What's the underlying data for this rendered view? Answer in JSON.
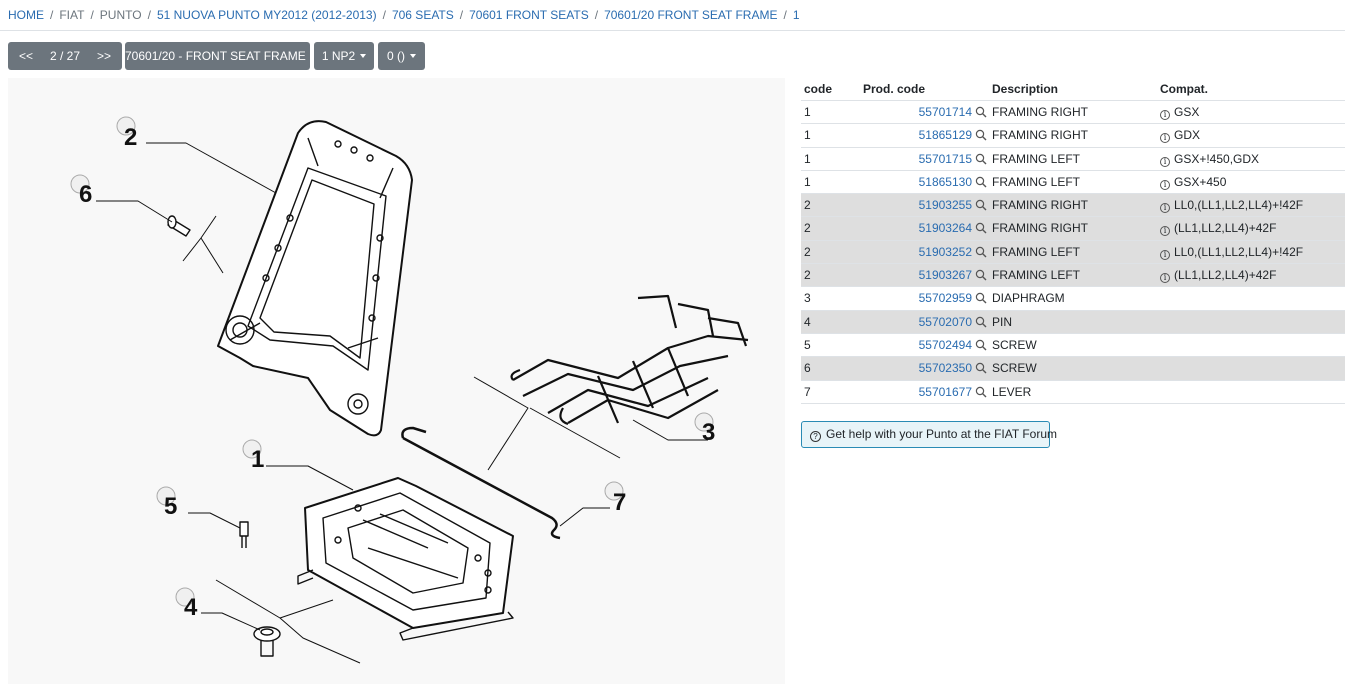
{
  "breadcrumb": {
    "items": [
      "HOME",
      "FIAT",
      "PUNTO",
      "51 NUOVA PUNTO MY2012 (2012-2013)",
      "706 SEATS",
      "70601 FRONT SEATS",
      "70601/20 FRONT SEAT FRAME",
      "1"
    ],
    "separator": "/"
  },
  "toolbar": {
    "prev": "<<",
    "page": "2 / 27",
    "next": ">>",
    "table_select": "70601/20 - FRONT SEAT FRAME",
    "variant_select": "1 NP2",
    "filter_select": "0 ()"
  },
  "diagram": {
    "callouts": [
      "2",
      "6",
      "1",
      "5",
      "4",
      "3",
      "7"
    ]
  },
  "table": {
    "headers": {
      "code": "code",
      "prod": "Prod. code",
      "desc": "Description",
      "compat": "Compat."
    },
    "rows": [
      {
        "code": "1",
        "prod": "55701714",
        "desc": "FRAMING RIGHT",
        "compat": "GSX"
      },
      {
        "code": "1",
        "prod": "51865129",
        "desc": "FRAMING RIGHT",
        "compat": "GDX"
      },
      {
        "code": "1",
        "prod": "55701715",
        "desc": "FRAMING LEFT",
        "compat": "GSX+!450,GDX"
      },
      {
        "code": "1",
        "prod": "51865130",
        "desc": "FRAMING LEFT",
        "compat": "GSX+450"
      },
      {
        "code": "2",
        "prod": "51903255",
        "desc": "FRAMING RIGHT",
        "compat": "LL0,(LL1,LL2,LL4)+!42F"
      },
      {
        "code": "2",
        "prod": "51903264",
        "desc": "FRAMING RIGHT",
        "compat": "(LL1,LL2,LL4)+42F"
      },
      {
        "code": "2",
        "prod": "51903252",
        "desc": "FRAMING LEFT",
        "compat": "LL0,(LL1,LL2,LL4)+!42F"
      },
      {
        "code": "2",
        "prod": "51903267",
        "desc": "FRAMING LEFT",
        "compat": "(LL1,LL2,LL4)+42F"
      },
      {
        "code": "3",
        "prod": "55702959",
        "desc": "DIAPHRAGM",
        "compat": ""
      },
      {
        "code": "4",
        "prod": "55702070",
        "desc": "PIN",
        "compat": ""
      },
      {
        "code": "5",
        "prod": "55702494",
        "desc": "SCREW",
        "compat": ""
      },
      {
        "code": "6",
        "prod": "55702350",
        "desc": "SCREW",
        "compat": ""
      },
      {
        "code": "7",
        "prod": "55701677",
        "desc": "LEVER",
        "compat": ""
      }
    ]
  },
  "forum_button": {
    "label": "Get help with your Punto at the FIAT Forum",
    "icon": "question-circle-icon"
  },
  "colors": {
    "link": "#2a6cb0",
    "button": "#6c757d",
    "row_shade": "#dedede",
    "forum_border": "#2a8bb4"
  }
}
